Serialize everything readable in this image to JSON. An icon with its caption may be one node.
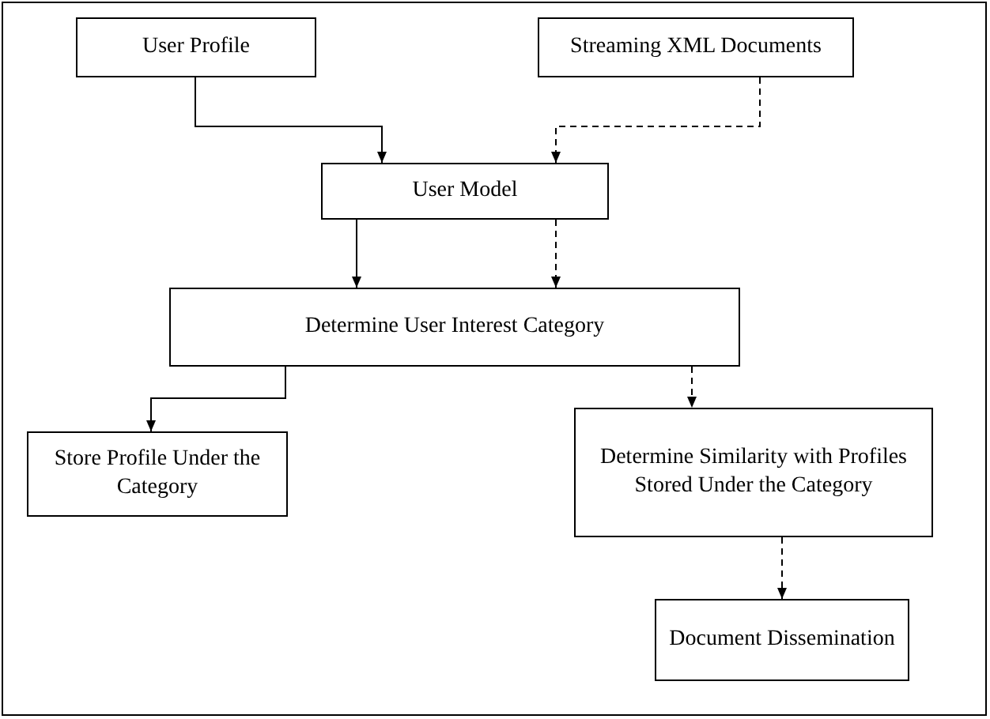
{
  "diagram": {
    "nodes": [
      {
        "text": [
          "User Profile"
        ]
      },
      {
        "text": [
          "Streaming XML Documents"
        ]
      },
      {
        "text": [
          "User Model"
        ]
      },
      {
        "text": [
          "Determine User Interest Category"
        ]
      },
      {
        "text": [
          "Store Profile Under the Category"
        ]
      },
      {
        "text": [
          "Determine Similarity with Profiles Stored Under the Category"
        ]
      },
      {
        "text": [
          "Document Dissemination"
        ]
      }
    ],
    "edges": [
      {
        "from": 0,
        "to": 2,
        "arrow": "to"
      },
      {
        "from": 1,
        "to": 2,
        "arrow": "to",
        "style": "dashed"
      },
      {
        "from": 2,
        "to": 3,
        "arrow": "to"
      },
      {
        "from": 2,
        "to": 3,
        "arrow": "to",
        "style": "dashed"
      },
      {
        "from": 3,
        "to": 4,
        "arrow": "to"
      },
      {
        "from": 3,
        "to": 5,
        "arrow": "to",
        "style": "dashed"
      },
      {
        "from": 5,
        "to": 6,
        "arrow": "to",
        "style": "dashed"
      }
    ]
  }
}
